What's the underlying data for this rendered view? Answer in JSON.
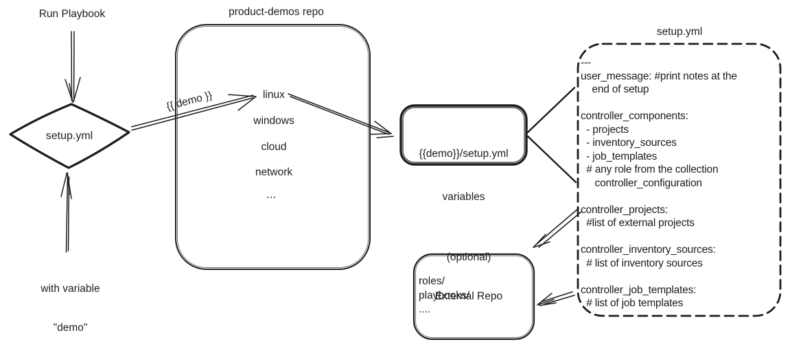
{
  "palette": {
    "ink": "#1c1c1c",
    "background": "#ffffff"
  },
  "left_flow": {
    "run_playbook_label": "Run Playbook",
    "diamond_label": "setup.yml",
    "with_variable_line1": "with variable",
    "with_variable_line2": "\"demo\""
  },
  "demo_arrow_label": "{{ demo }}",
  "repo_box": {
    "title": "product-demos repo",
    "items": [
      "linux",
      "windows",
      "cloud",
      "network",
      "..."
    ]
  },
  "variables_box": {
    "line1": "{{demo}}/setup.yml",
    "line2": "variables"
  },
  "setup_yml_box": {
    "title": "setup.yml",
    "lines": [
      "---",
      "user_message: #print notes at the",
      "    end of setup",
      "",
      "controller_components:",
      "  - projects",
      "  - inventory_sources",
      "  - job_templates",
      "  # any role from the collection",
      "     controller_configuration",
      "",
      "controller_projects:",
      "  #list of external projects",
      "",
      "controller_inventory_sources:",
      "  # list of inventory sources",
      "",
      "controller_job_templates:",
      "  # list of job templates"
    ]
  },
  "external_repo_box": {
    "label_line1": "(optional)",
    "label_line2": "External Repo",
    "content_lines": [
      "roles/",
      "playbooks/",
      "...."
    ]
  }
}
